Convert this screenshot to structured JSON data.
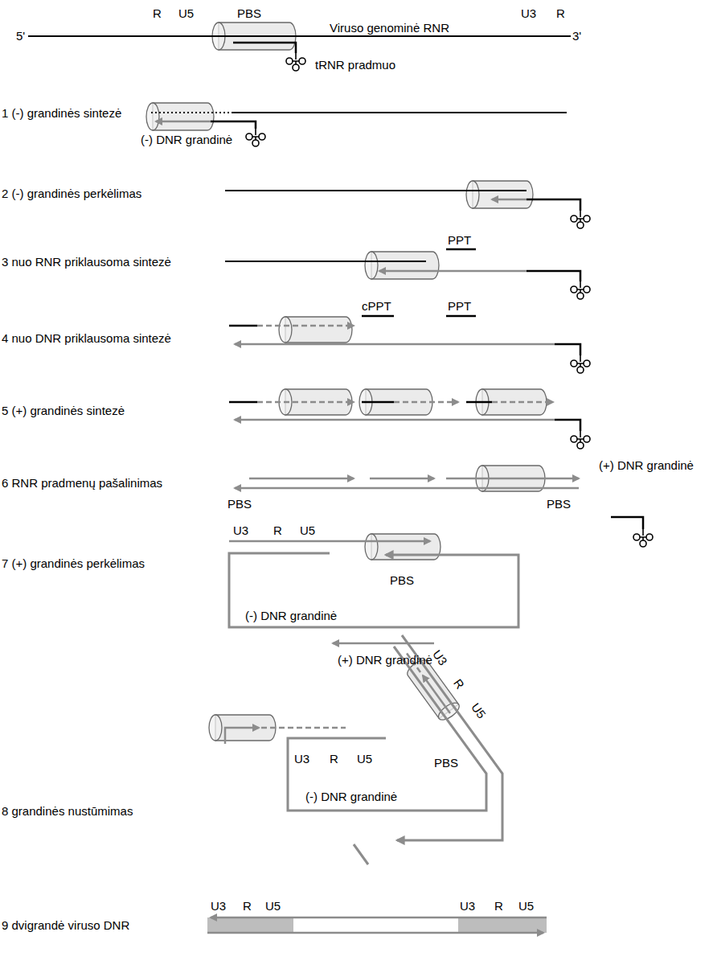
{
  "diagram": {
    "labels": [
      "R",
      "U5",
      "PBS",
      "Viruso genominė RNR",
      "U3",
      "R",
      "5'",
      "3'",
      "tRNR pradmuo",
      "1 (-) grandinės sintezė",
      "(-) DNR grandinė",
      "2 (-) grandinės perkėlimas",
      "3 nuo RNR priklausoma sintezė",
      "PPT",
      "4 nuo DNR priklausoma sintezė",
      "cPPT",
      "PPT",
      "5 (+) grandinės sintezė",
      "6 RNR pradmenų pašalinimas",
      "(+) DNR grandinė",
      "PBS",
      "PBS",
      "U3",
      "R",
      "U5",
      "7 (+) grandinės perkėlimas",
      "PBS",
      "(-) DNR grandinė",
      "(+) DNR grandinė",
      "U3",
      "R",
      "U5",
      "U3",
      "R",
      "U5",
      "PBS",
      "8 grandinės nustūmimas",
      "(-) DNR grandinė",
      "9 dvigrandė viruso DNR",
      "U3",
      "R",
      "U5",
      "U3",
      "R",
      "U5"
    ]
  }
}
